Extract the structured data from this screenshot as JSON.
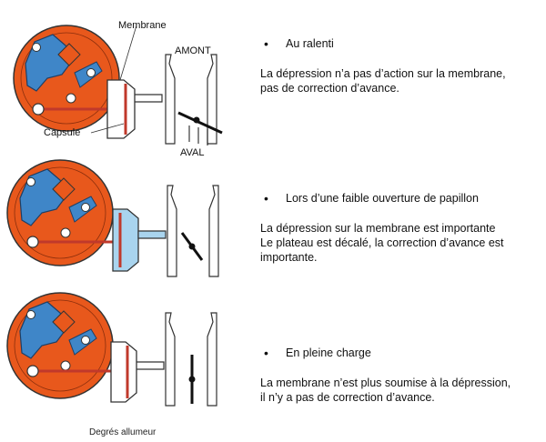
{
  "labels": {
    "membrane": "Membrane",
    "capsule": "Capsule",
    "upstream": "AMONT",
    "downstream": "AVAL"
  },
  "states": [
    {
      "title": "Au ralenti",
      "lines": [
        "La dépression n’a pas d’action sur la membrane,",
        "pas de correction d’avance."
      ]
    },
    {
      "title": "Lors d’une faible ouverture de papillon",
      "lines": [
        "La dépression sur la membrane est importante",
        "Le plateau est décalé, la correction d’avance est",
        "importante."
      ]
    },
    {
      "title": "En pleine charge",
      "lines": [
        "La membrane n’est plus soumise à la dépression,",
        "il n’y a pas de correction d’avance."
      ]
    }
  ],
  "footer": "Degrés allumeur",
  "colors": {
    "plate": "#e8581c",
    "cam": "#3f86c8",
    "depression": "#a9d4ee"
  },
  "icons": {
    "bullet": "•"
  }
}
